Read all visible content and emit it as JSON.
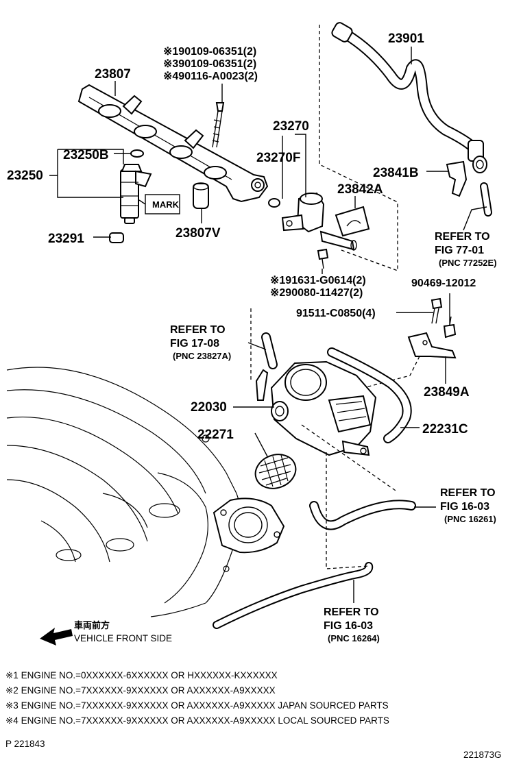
{
  "callouts": {
    "p23901": "23901",
    "p23807": "23807",
    "bolt_line1": "※190109-06351(2)",
    "bolt_line2": "※390109-06351(2)",
    "bolt_line3": "※490116-A0023(2)",
    "p23270": "23270",
    "p23270F": "23270F",
    "p23250B": "23250B",
    "p23250": "23250",
    "mark": "MARK",
    "p23841B": "23841B",
    "p23842A": "23842A",
    "p23807V": "23807V",
    "p23291": "23291",
    "screw_line1": "※191631-G0614(2)",
    "screw_line2": "※290080-11427(2)",
    "p90469": "90469-12012",
    "p91511": "91511-C0850(4)",
    "p22030": "22030",
    "p22271": "22271",
    "p23849A": "23849A",
    "p22231C": "22231C"
  },
  "refs": {
    "r77": {
      "l1": "REFER TO",
      "l2": "FIG 77-01",
      "l3": "(PNC 77252E)"
    },
    "r17": {
      "l1": "REFER TO",
      "l2": "FIG 17-08",
      "l3": "(PNC 23827A)"
    },
    "r16a": {
      "l1": "REFER TO",
      "l2": "FIG 16-03",
      "l3": "(PNC 16261)"
    },
    "r16b": {
      "l1": "REFER TO",
      "l2": "FIG 16-03",
      "l3": "(PNC 16264)"
    }
  },
  "direction": {
    "jp": "車両前方",
    "en": "VEHICLE FRONT SIDE"
  },
  "notes": [
    "※1 ENGINE NO.=0XXXXXX-6XXXXXX OR HXXXXXX-KXXXXXX",
    "※2 ENGINE NO.=7XXXXXX-9XXXXXX OR AXXXXXX-A9XXXXX",
    "※3 ENGINE NO.=7XXXXXX-9XXXXXX OR AXXXXXX-A9XXXXX JAPAN SOURCED PARTS",
    "※4 ENGINE NO.=7XXXXXX-9XXXXXX OR AXXXXXX-A9XXXXX LOCAL SOURCED PARTS"
  ],
  "footer": {
    "page_ref": "P  221843",
    "figure_id": "221873G"
  }
}
